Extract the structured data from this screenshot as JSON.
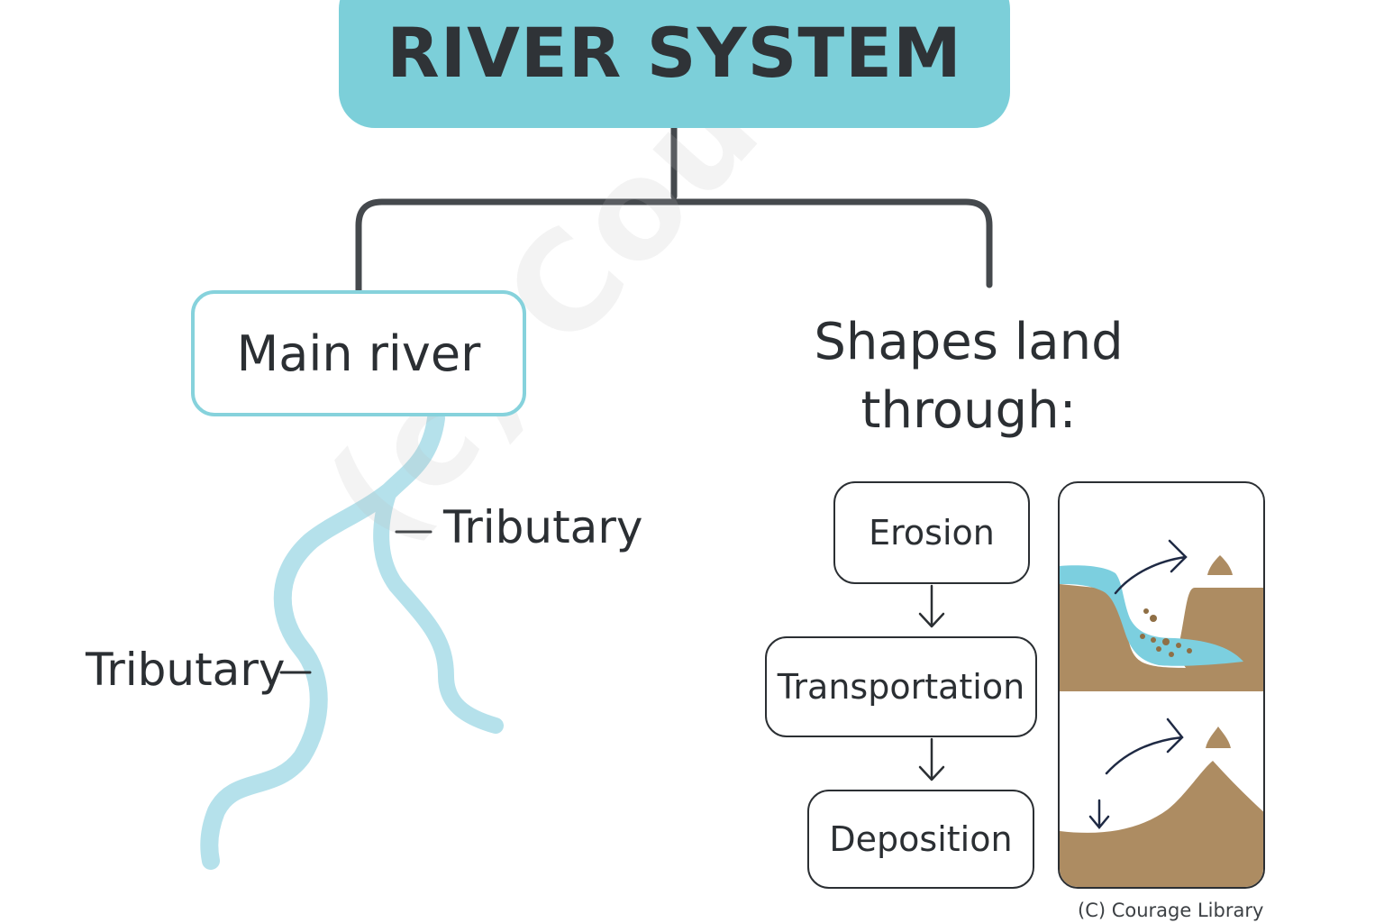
{
  "title": "RIVER SYSTEM",
  "main_river": "Main river",
  "tributary_left": "Tributary",
  "tributary_right": "Tributary",
  "shapes_heading_line1": "Shapes land",
  "shapes_heading_line2": "through:",
  "processes": [
    "Erosion",
    "Transportation",
    "Deposition"
  ],
  "watermark": "(c) Courage library",
  "copyright": "(C) Courage Library",
  "colors": {
    "title_bg": "#7ccfd9",
    "river": "#b5e1eb",
    "connector": "#45494d",
    "soil": "#ad8c62",
    "water": "#7ccfdf"
  }
}
